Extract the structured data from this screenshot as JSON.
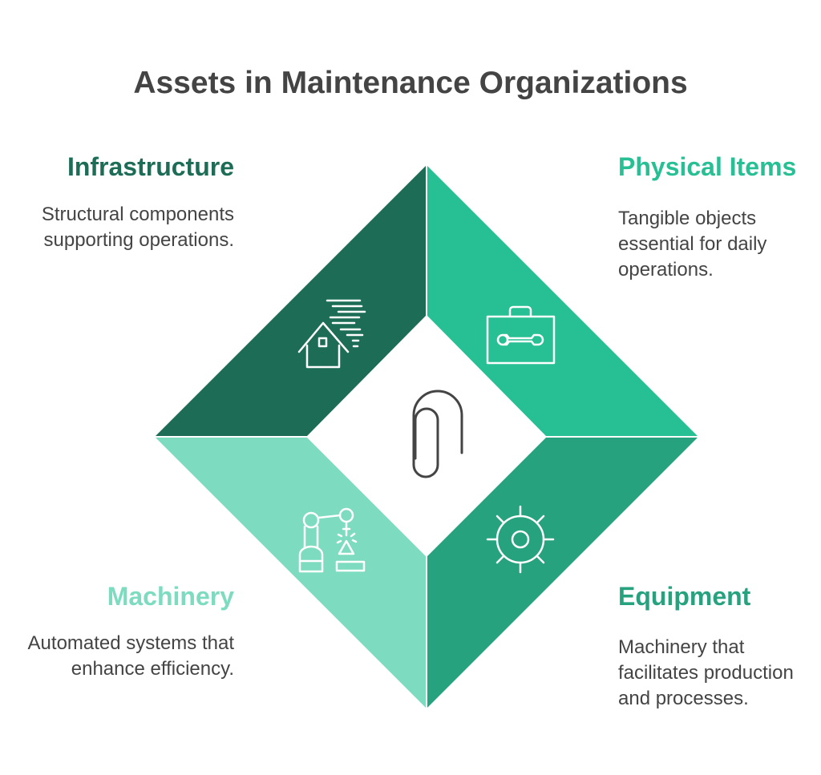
{
  "title": "Assets in Maintenance Organizations",
  "quadrants": {
    "infrastructure": {
      "heading": "Infrastructure",
      "description_lines": [
        "Structural components",
        "supporting operations."
      ],
      "color": "#1c6c56",
      "icon": "house-wind-icon"
    },
    "physical_items": {
      "heading": "Physical Items",
      "description_lines": [
        "Tangible objects",
        "essential for daily",
        "operations."
      ],
      "color": "#27bf94",
      "icon": "toolbox-icon"
    },
    "machinery": {
      "heading": "Machinery",
      "description_lines": [
        "Automated systems that",
        "enhance efficiency."
      ],
      "color": "#7ddbbf",
      "icon": "robot-arm-icon"
    },
    "equipment": {
      "heading": "Equipment",
      "description_lines": [
        "Machinery that",
        "facilitates production",
        "and processes."
      ],
      "color": "#26a27f",
      "icon": "gear-icon"
    }
  },
  "center_icon": "paperclip-icon"
}
